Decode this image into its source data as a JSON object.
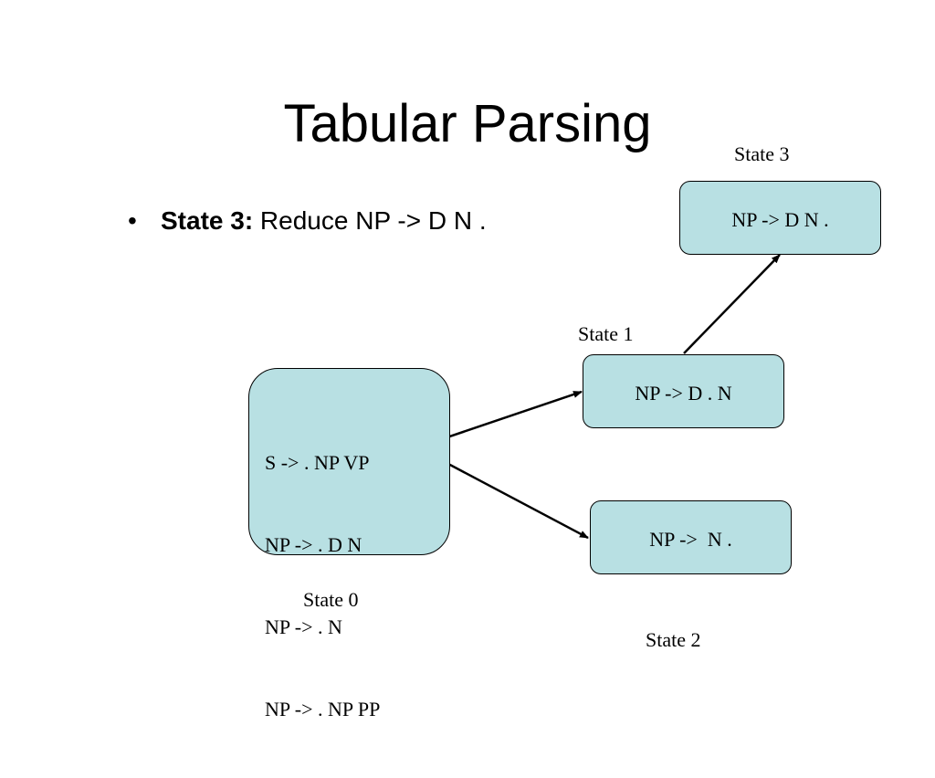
{
  "slide": {
    "title": "Tabular Parsing",
    "bullet": {
      "marker": "•",
      "bold_text": "State 3:",
      "text": " Reduce NP -> D N ."
    }
  },
  "diagram": {
    "states": [
      {
        "label": "State 0",
        "items": [
          "S -> . NP VP",
          "NP -> . D N",
          "NP -> . N",
          "NP -> . NP PP"
        ]
      },
      {
        "label": "State 1",
        "items": [
          "NP -> D . N"
        ]
      },
      {
        "label": "State 2",
        "items": [
          "NP ->  N ."
        ]
      },
      {
        "label": "State 3",
        "items": [
          "NP -> D N ."
        ]
      }
    ],
    "edges": [
      {
        "from": "State 0",
        "to": "State 1"
      },
      {
        "from": "State 0",
        "to": "State 2"
      },
      {
        "from": "State 1",
        "to": "State 3"
      }
    ],
    "colors": {
      "box_fill": "#b8e0e3",
      "border": "#000000"
    }
  }
}
